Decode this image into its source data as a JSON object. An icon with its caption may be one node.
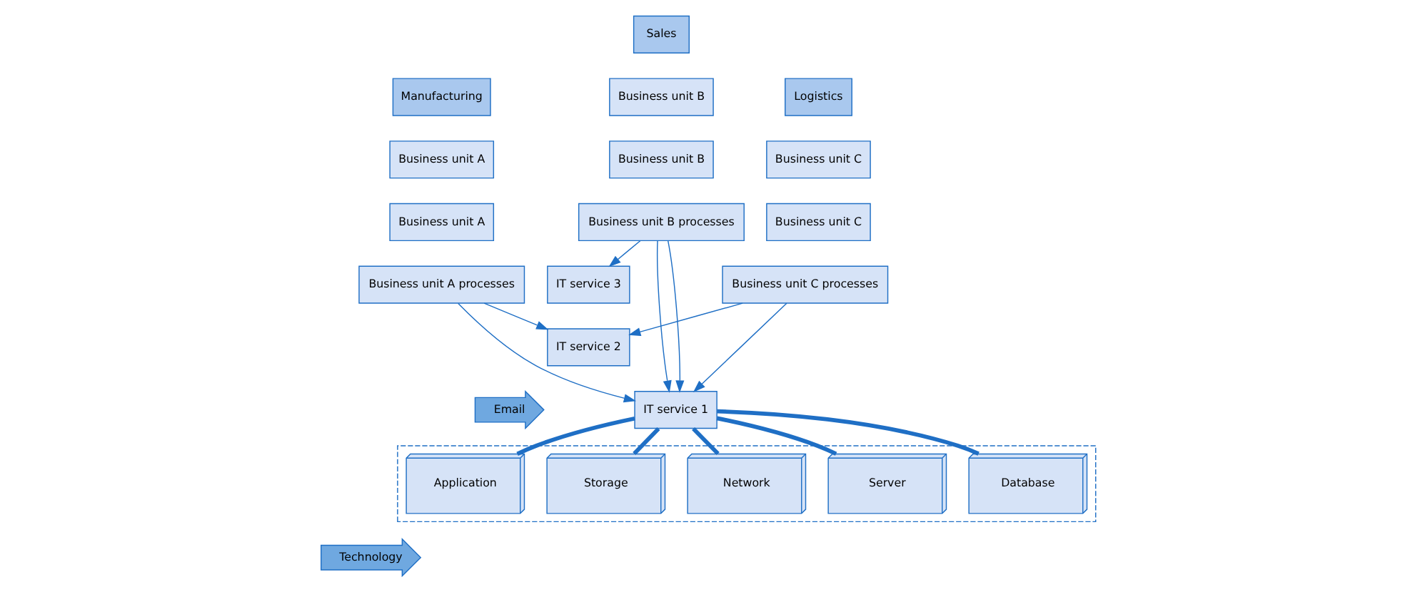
{
  "diagram": {
    "nodes": [
      {
        "text": [
          "Manufacturing"
        ]
      },
      {
        "text": [
          "Sales"
        ]
      },
      {
        "text": [
          "Logistics"
        ]
      },
      {
        "text": [
          "Business unit A"
        ]
      },
      {
        "text": [
          "Business unit A"
        ]
      },
      {
        "text": [
          "Business unit A processes"
        ]
      },
      {
        "text": [
          "Business unit B"
        ]
      },
      {
        "text": [
          "Business unit B"
        ]
      },
      {
        "text": [
          "Business unit B processes"
        ]
      },
      {
        "text": [
          "Business unit C"
        ]
      },
      {
        "text": [
          "Business unit C"
        ]
      },
      {
        "text": [
          "Business unit C processes"
        ]
      },
      {
        "text": [
          "IT service 3"
        ]
      },
      {
        "text": [
          "IT service 2"
        ]
      },
      {
        "text": [
          "IT service 1"
        ]
      },
      {
        "text": [
          "Email"
        ]
      },
      {
        "text": [
          "Technology"
        ]
      },
      {
        "text": [],
        "shape": "box"
      },
      {
        "text": [
          "Server"
        ],
        "in": 17
      },
      {
        "text": [
          "Database"
        ],
        "in": 17
      },
      {
        "text": [
          "Application"
        ],
        "in": 17
      },
      {
        "text": [
          "Storage"
        ],
        "in": 17
      },
      {
        "text": [
          "Network"
        ],
        "in": 17
      }
    ],
    "edges": [
      {
        "from": 5,
        "to": 13,
        "arrow": "to"
      },
      {
        "from": 5,
        "to": 14,
        "arrow": "to"
      },
      {
        "from": 8,
        "to": 14,
        "arrow": "to"
      },
      {
        "from": 8,
        "to": 14,
        "arrow": "to"
      },
      {
        "from": 8,
        "to": 12,
        "arrow": "to"
      },
      {
        "from": 11,
        "to": 13,
        "arrow": "to"
      },
      {
        "from": 11,
        "to": 14,
        "arrow": "to"
      },
      {
        "from": 14,
        "to": 18,
        "arrow": "none",
        "style": "thick"
      },
      {
        "from": 14,
        "to": 19,
        "arrow": "none",
        "style": "thick"
      },
      {
        "from": 14,
        "to": 20,
        "arrow": "none",
        "style": "thick"
      },
      {
        "from": 14,
        "to": 21,
        "arrow": "none",
        "style": "thick"
      },
      {
        "from": 14,
        "to": 22,
        "arrow": "none",
        "style": "thick"
      }
    ]
  }
}
